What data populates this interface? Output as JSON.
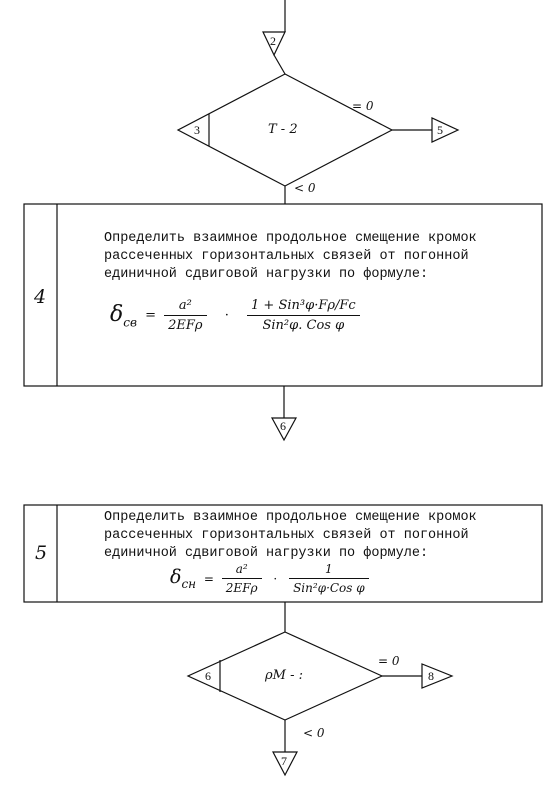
{
  "connectors": {
    "c2": "2",
    "c5": "5",
    "c6_top": "6",
    "c8": "8",
    "c7": "7"
  },
  "decision1": {
    "number": "3",
    "text": "T - 2",
    "eq_label": "= 0",
    "lt_label": "< 0"
  },
  "block4": {
    "number": "4",
    "lines": [
      "Определить взаимное продольное смещение кромок",
      "рассеченных горизонтальных связей от погонной",
      "единичной сдвиговой нагрузки по формуле:"
    ],
    "formula": {
      "lhs_base": "δ",
      "lhs_sub": "св",
      "eq": "=",
      "frac1_num": "a²",
      "frac1_den": "2EFρ",
      "dot": "·",
      "frac2_num": "1 + Sin³φ·Fρ/Fc",
      "frac2_den": "Sin²φ. Cos φ"
    }
  },
  "block5": {
    "number": "5",
    "lines": [
      "Определить взаимное продольное смещение кромок",
      "рассеченных горизонтальных связей от погонной",
      "единичной сдвиговой нагрузки по формуле:"
    ],
    "formula": {
      "lhs_base": "δ",
      "lhs_sub": "сн",
      "eq": "=",
      "frac1_num": "a²",
      "frac1_den": "2EFρ",
      "dot": "·",
      "frac2_num": "1",
      "frac2_den": "Sin²φ·Cos φ"
    }
  },
  "decision2": {
    "number": "6",
    "text": "ρM - :",
    "eq_label": "= 0",
    "lt_label": "< 0"
  }
}
